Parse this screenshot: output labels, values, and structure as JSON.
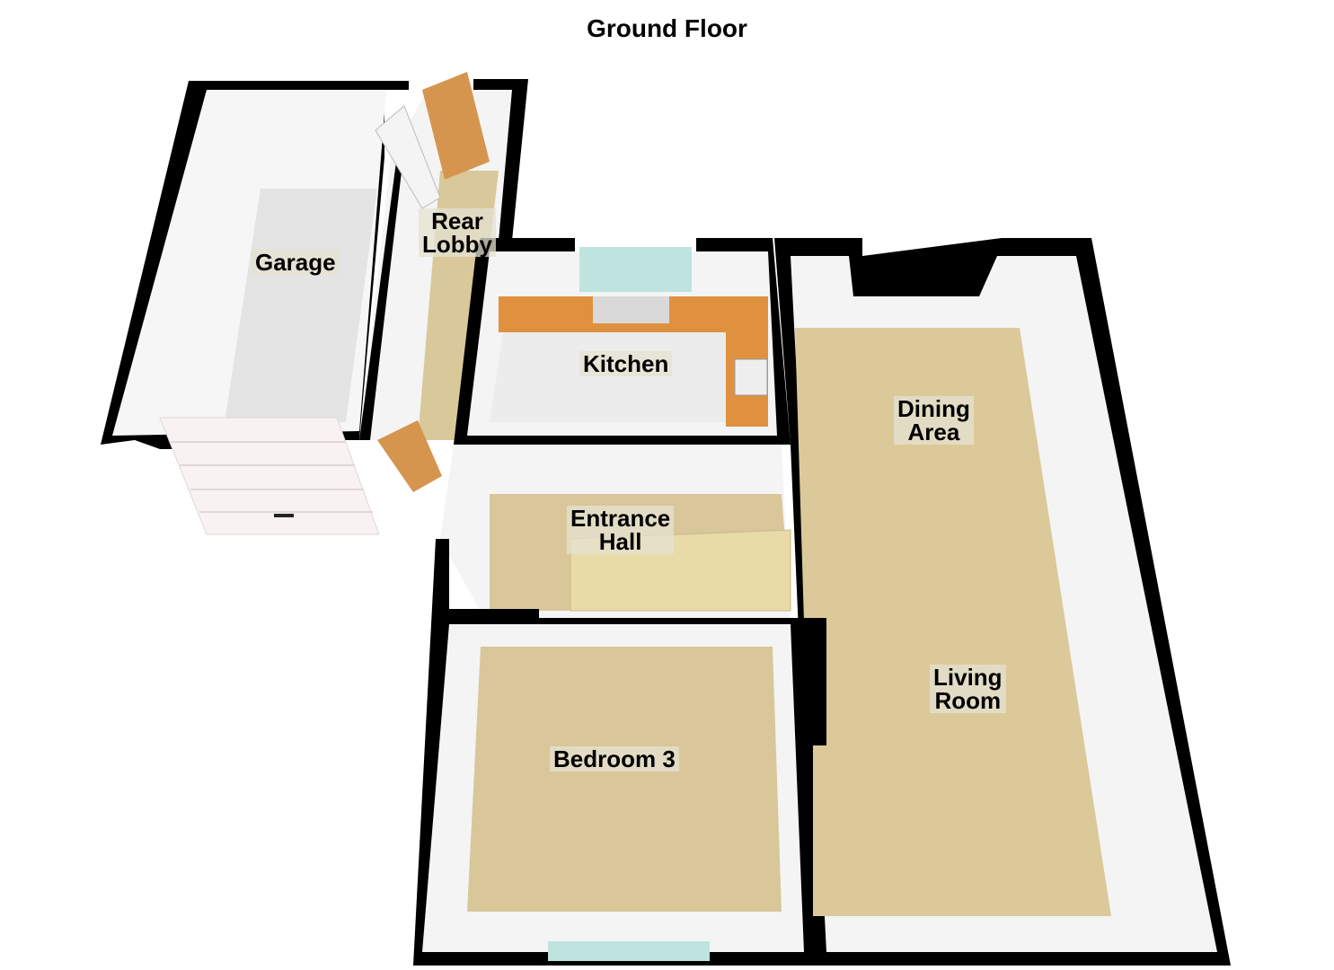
{
  "title": "Ground Floor",
  "rooms": {
    "garage": "Garage",
    "rear_lobby_1": "Rear",
    "rear_lobby_2": "Lobby",
    "kitchen": "Kitchen",
    "entrance_hall_1": "Entrance",
    "entrance_hall_2": "Hall",
    "dining_area_1": "Dining",
    "dining_area_2": "Area",
    "living_room_1": "Living",
    "living_room_2": "Room",
    "bedroom_3": "Bedroom 3"
  },
  "colors": {
    "wall": "#000000",
    "inner_wall": "#f4f4f4",
    "carpet": "#d9c79a",
    "garage_floor": "#e6e6e6",
    "kitchen_worktop": "#e0913f",
    "kitchen_floor": "#ececec",
    "door_wood": "#d6954e",
    "window_glass": "#bfe4e0"
  }
}
